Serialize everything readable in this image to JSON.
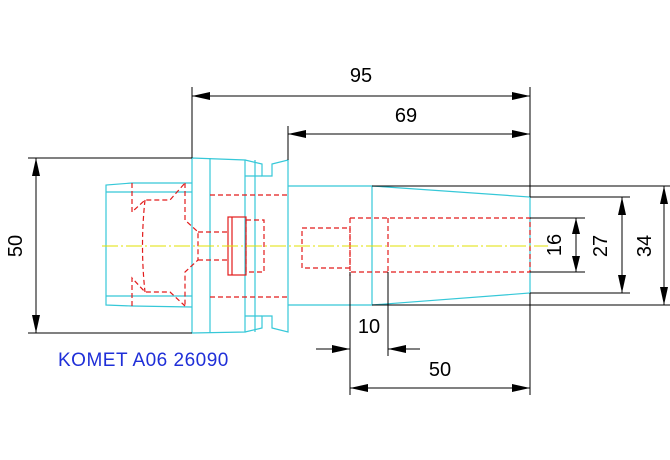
{
  "caption": "KOMET A06 26090",
  "dimensions": {
    "overall_length": "95",
    "shank_length": "69",
    "flange_diameter": "50",
    "bore_diameter": "16",
    "inner_diameter": "27",
    "tip_diameter": "34",
    "step_length": "10",
    "taper_length": "50"
  },
  "colors": {
    "outline": "#36c8d8",
    "hidden": "#e21b1b",
    "centerline": "#e0e000",
    "dimension": "#000000",
    "caption": "#1f2fd8"
  }
}
